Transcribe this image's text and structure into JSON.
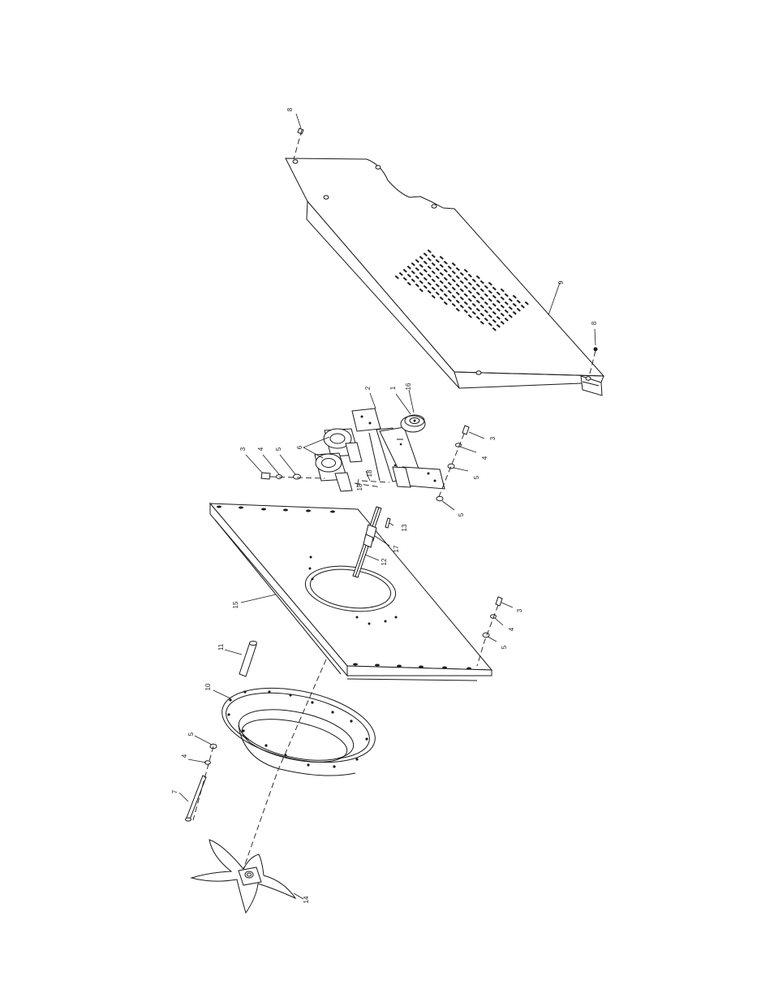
{
  "diagram": {
    "callouts": [
      {
        "id": "c8a",
        "label": "8"
      },
      {
        "id": "c8b",
        "label": "8"
      },
      {
        "id": "c9",
        "label": "9"
      },
      {
        "id": "c2",
        "label": "2"
      },
      {
        "id": "c1",
        "label": "1"
      },
      {
        "id": "c16",
        "label": "16"
      },
      {
        "id": "c3a",
        "label": "3"
      },
      {
        "id": "c4a",
        "label": "4"
      },
      {
        "id": "c5a",
        "label": "5"
      },
      {
        "id": "c6",
        "label": "6"
      },
      {
        "id": "c18a",
        "label": "18"
      },
      {
        "id": "c18b",
        "label": "18"
      },
      {
        "id": "c3b",
        "label": "3"
      },
      {
        "id": "c4b",
        "label": "4"
      },
      {
        "id": "c5b",
        "label": "5"
      },
      {
        "id": "c5c",
        "label": "5"
      },
      {
        "id": "c13",
        "label": "13"
      },
      {
        "id": "c17",
        "label": "17"
      },
      {
        "id": "c12",
        "label": "12"
      },
      {
        "id": "c15",
        "label": "15"
      },
      {
        "id": "c3c",
        "label": "3"
      },
      {
        "id": "c4c",
        "label": "4"
      },
      {
        "id": "c5d",
        "label": "5"
      },
      {
        "id": "c11",
        "label": "11"
      },
      {
        "id": "c10",
        "label": "10"
      },
      {
        "id": "c5e",
        "label": "5"
      },
      {
        "id": "c4d",
        "label": "4"
      },
      {
        "id": "c7",
        "label": "7"
      },
      {
        "id": "c14",
        "label": "14"
      }
    ]
  }
}
